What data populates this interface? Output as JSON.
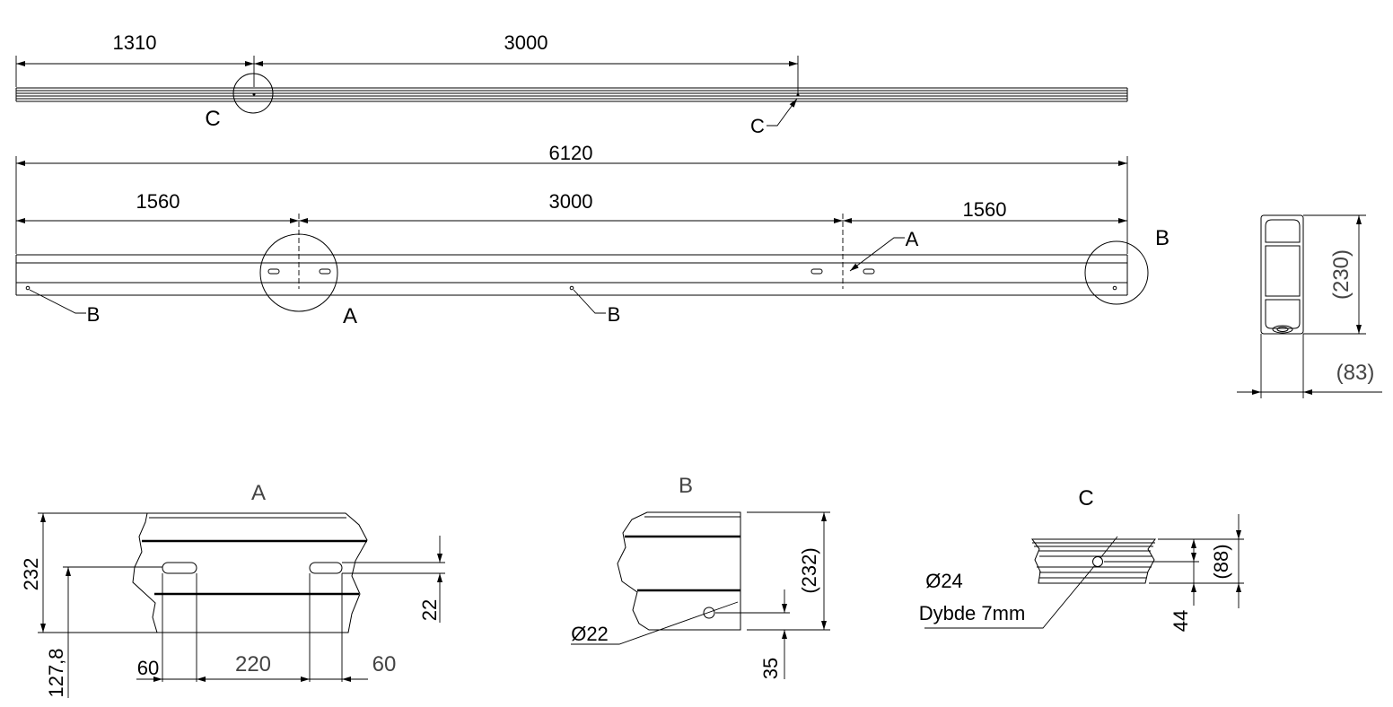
{
  "top_view": {
    "dims": {
      "left": "1310",
      "right": "3000"
    },
    "labels": {
      "detail": "C",
      "callout": "C"
    }
  },
  "front_view": {
    "dims": {
      "overall": "6120",
      "left": "1560",
      "middle": "3000",
      "right": "1560"
    },
    "labels": {
      "detail_a": "A",
      "detail_b": "B",
      "callout_a": "A",
      "callout_b_left": "B",
      "callout_b_mid": "B"
    }
  },
  "side_view": {
    "dims": {
      "height": "(230)",
      "width": "(83)"
    }
  },
  "detail_a": {
    "title": "A",
    "dims": {
      "height": "232",
      "hole_height": "127,8",
      "slot": "22",
      "left": "60",
      "middle": "220",
      "right": "60"
    }
  },
  "detail_b": {
    "title": "B",
    "dims": {
      "height": "(232)",
      "hole": "Ø22",
      "offset": "35"
    }
  },
  "detail_c": {
    "title": "C",
    "dims": {
      "height": "(88)",
      "offset": "44",
      "hole": "Ø24",
      "depth": "Dybde 7mm"
    }
  }
}
